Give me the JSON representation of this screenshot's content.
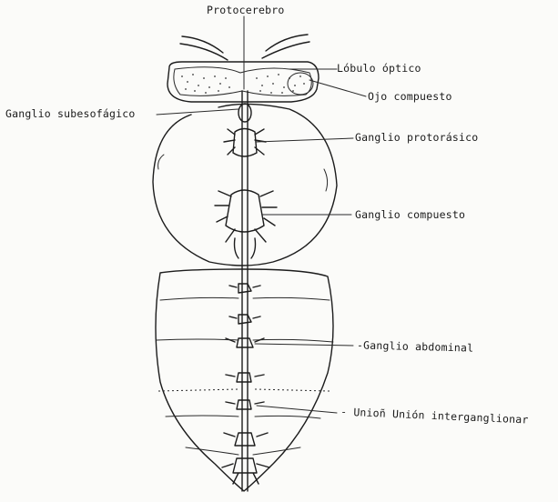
{
  "labels": {
    "protocerebro": "Protocerebro",
    "lobulo_optico": "Lóbulo óptico",
    "ojo_compuesto": "Ojo compuesto",
    "ganglio_subesofagico": "Ganglio subesofágico",
    "ganglio_protoracico": "Ganglio protorásico",
    "ganglio_compuesto": "Ganglio compuesto",
    "ganglio_abdominal": "-Ganglio abdominal",
    "union_interganglionar": "- Unioñ Unión interganglionar"
  }
}
